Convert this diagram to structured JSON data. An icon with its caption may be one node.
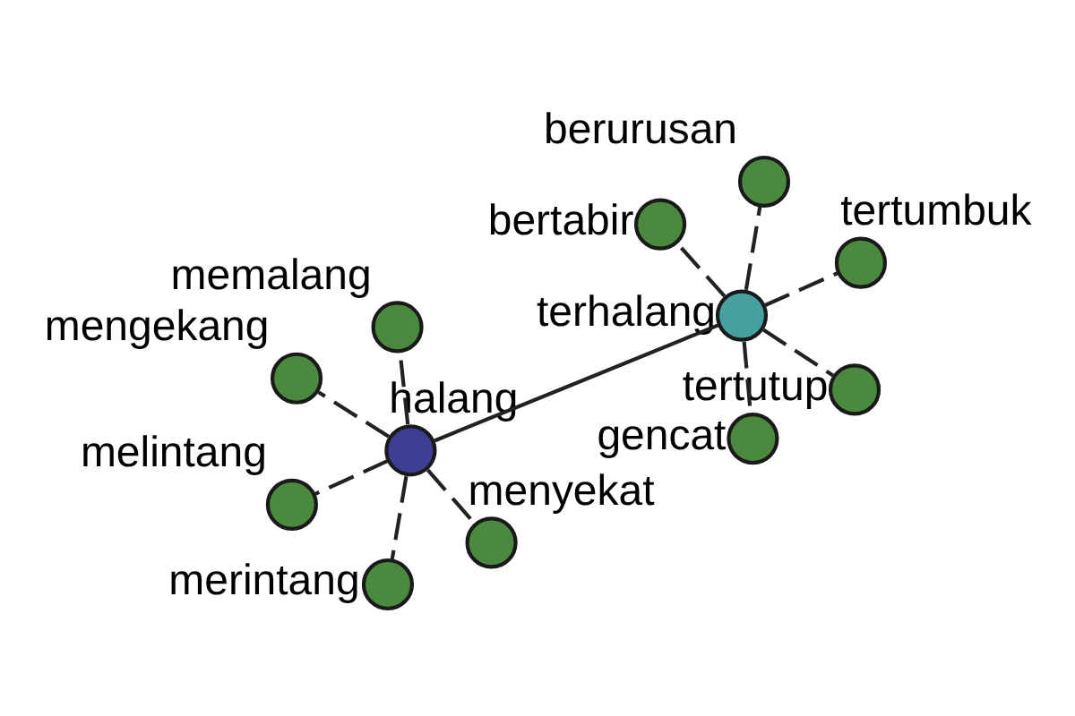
{
  "diagram": {
    "nodes": [
      {
        "text": [
          "tertutup"
        ]
      },
      {
        "text": [
          "berurusan"
        ]
      },
      {
        "text": [
          "gencat"
        ]
      },
      {
        "text": [
          "terhalang"
        ]
      },
      {
        "text": [
          "tertumbuk"
        ]
      },
      {
        "text": [
          "mengekang"
        ]
      },
      {
        "text": [
          "bertabir"
        ]
      },
      {
        "text": [
          "melintang"
        ]
      },
      {
        "text": [
          "halang"
        ]
      },
      {
        "text": [
          "menyekat"
        ]
      },
      {
        "text": [
          "merintang"
        ]
      },
      {
        "text": [
          "memalang"
        ]
      }
    ],
    "edges": [
      {
        "from": 8,
        "to": 3,
        "arrow": "none"
      },
      {
        "from": 3,
        "to": 0,
        "arrow": "none",
        "style": "dashed"
      },
      {
        "from": 3,
        "to": 1,
        "arrow": "none",
        "style": "dashed"
      },
      {
        "from": 3,
        "to": 2,
        "arrow": "none",
        "style": "dashed"
      },
      {
        "from": 3,
        "to": 4,
        "arrow": "none",
        "style": "dashed"
      },
      {
        "from": 3,
        "to": 6,
        "arrow": "none",
        "style": "dashed"
      },
      {
        "from": 8,
        "to": 5,
        "arrow": "none",
        "style": "dashed"
      },
      {
        "from": 8,
        "to": 7,
        "arrow": "none",
        "style": "dashed"
      },
      {
        "from": 8,
        "to": 9,
        "arrow": "none",
        "style": "dashed"
      },
      {
        "from": 8,
        "to": 10,
        "arrow": "none",
        "style": "dashed"
      },
      {
        "from": 8,
        "to": 11,
        "arrow": "none",
        "style": "dashed"
      }
    ]
  }
}
